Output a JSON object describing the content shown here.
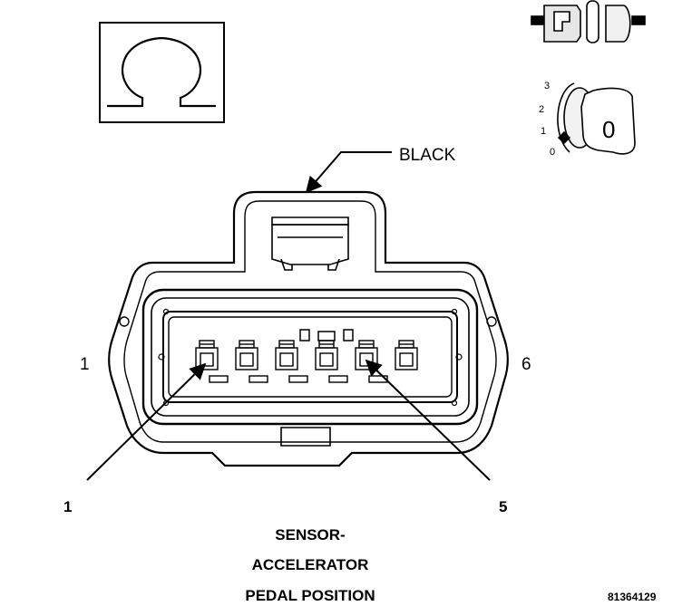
{
  "symbol": {
    "name": "ohm-meter-icon"
  },
  "connector_icon": {
    "name": "disconnected-connector-icon"
  },
  "ignition": {
    "name": "ignition-key-icon",
    "positions": [
      "3",
      "2",
      "1",
      "0"
    ],
    "key_label": "0"
  },
  "connector": {
    "color_label": "BLACK",
    "end_label_left": "1",
    "end_label_right": "6",
    "cavity_count": 6
  },
  "callouts": {
    "pin_a": "1",
    "pin_b": "5"
  },
  "caption": {
    "line1": "SENSOR-",
    "line2": "ACCELERATOR",
    "line3": "PEDAL POSITION"
  },
  "figure_code": "81364129"
}
